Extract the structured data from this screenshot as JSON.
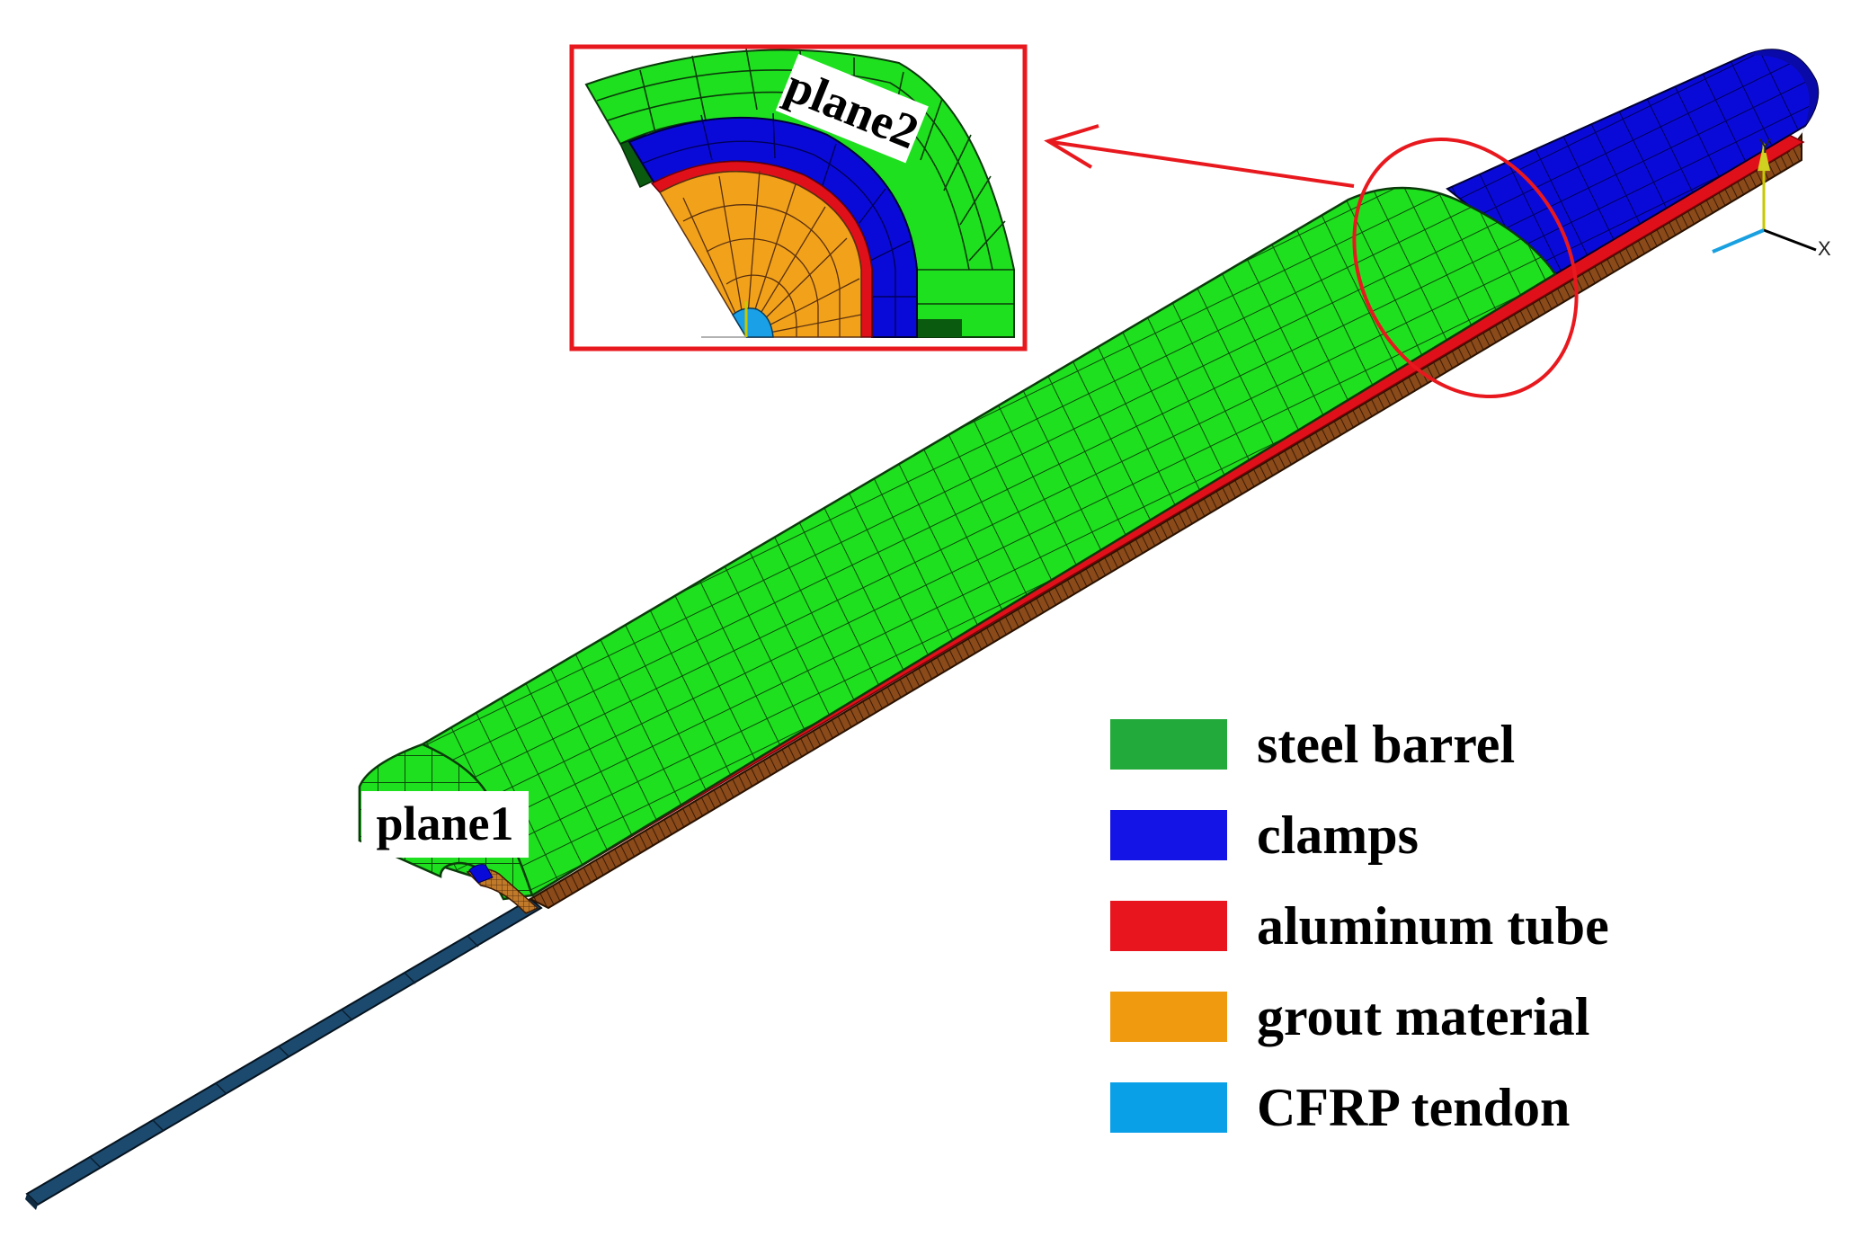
{
  "labels": {
    "plane1": "plane1",
    "plane2": "plane2"
  },
  "axes": {
    "x": "X",
    "y": "Y"
  },
  "legend": [
    {
      "label": "steel barrel",
      "color": "#22aa3a"
    },
    {
      "label": "clamps",
      "color": "#1414e6"
    },
    {
      "label": "aluminum tube",
      "color": "#e8141e"
    },
    {
      "label": "grout material",
      "color": "#f09a10"
    },
    {
      "label": "CFRP tendon",
      "color": "#0aa0e8"
    }
  ],
  "colors": {
    "steel_barrel_mesh": "#1fe01f",
    "clamps_mesh": "#0a0ad8",
    "aluminum_mesh": "#e0101a",
    "grout_mesh": "#f2a21a",
    "side_brown": "#8a4a1a",
    "tendon": "#1c4a6e",
    "tendon_inset": "#1aa0e6",
    "callout": "#e8191e"
  }
}
